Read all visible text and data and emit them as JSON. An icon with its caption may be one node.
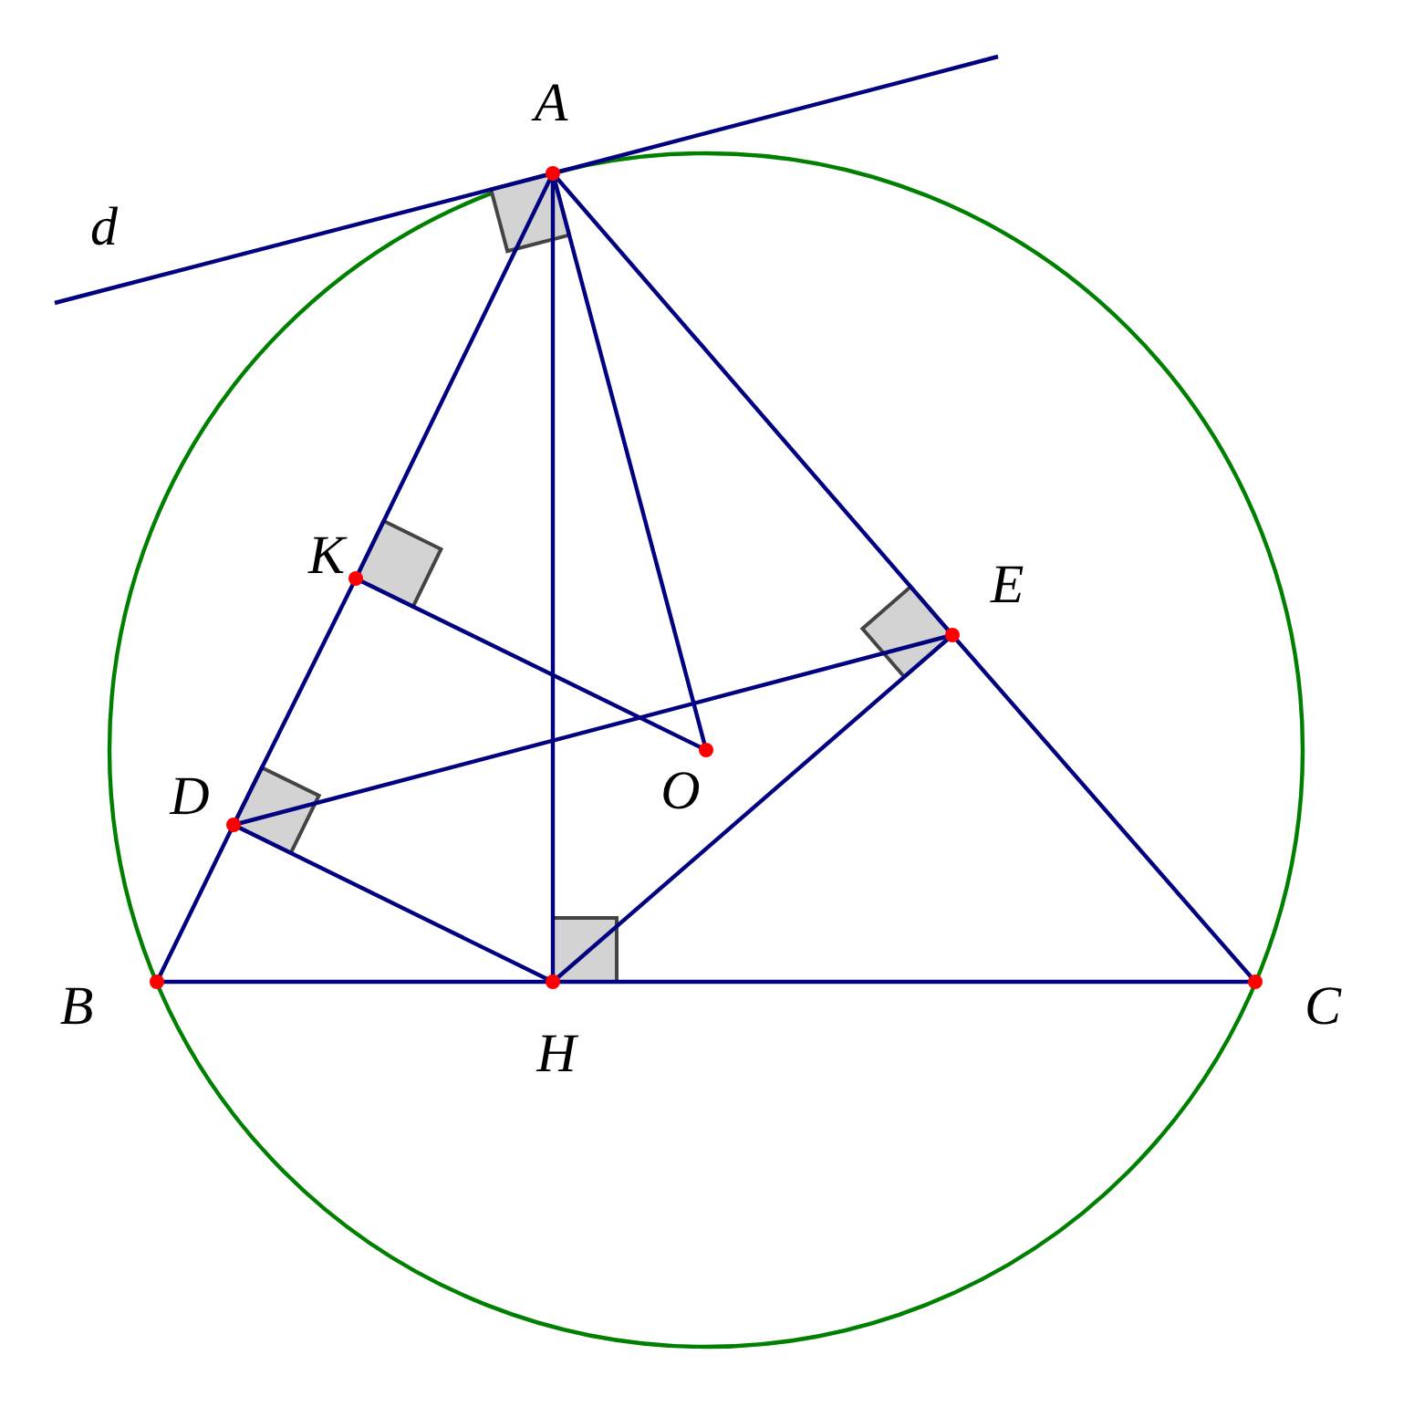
{
  "diagram": {
    "nodes": [
      {
        "text": [
          "A"
        ]
      },
      {
        "text": [
          "B"
        ]
      },
      {
        "text": [
          "C"
        ]
      },
      {
        "text": [
          "H"
        ]
      },
      {
        "text": [
          "D"
        ]
      },
      {
        "text": [
          "E"
        ]
      },
      {
        "text": [
          "K"
        ]
      },
      {
        "text": [
          "O"
        ]
      }
    ],
    "edges": [
      {
        "from": null,
        "to": 0,
        "arrow": "none",
        "label": "d"
      },
      {
        "from": 0,
        "to": null,
        "arrow": "none"
      },
      {
        "from": 0,
        "to": 6,
        "arrow": "none"
      },
      {
        "from": 6,
        "to": 4,
        "arrow": "none"
      },
      {
        "from": 4,
        "to": 1,
        "arrow": "none"
      },
      {
        "from": 0,
        "to": 5,
        "arrow": "none"
      },
      {
        "from": 5,
        "to": 2,
        "arrow": "none"
      },
      {
        "from": 1,
        "to": 3,
        "arrow": "none"
      },
      {
        "from": 3,
        "to": 2,
        "arrow": "none"
      },
      {
        "from": 0,
        "to": 3,
        "arrow": "none"
      },
      {
        "from": 0,
        "to": 7,
        "arrow": "none"
      },
      {
        "from": 6,
        "to": 7,
        "arrow": "none"
      },
      {
        "from": 4,
        "to": 5,
        "arrow": "none"
      },
      {
        "from": 4,
        "to": 3,
        "arrow": "none"
      },
      {
        "from": 3,
        "to": 5,
        "arrow": "none"
      }
    ]
  }
}
